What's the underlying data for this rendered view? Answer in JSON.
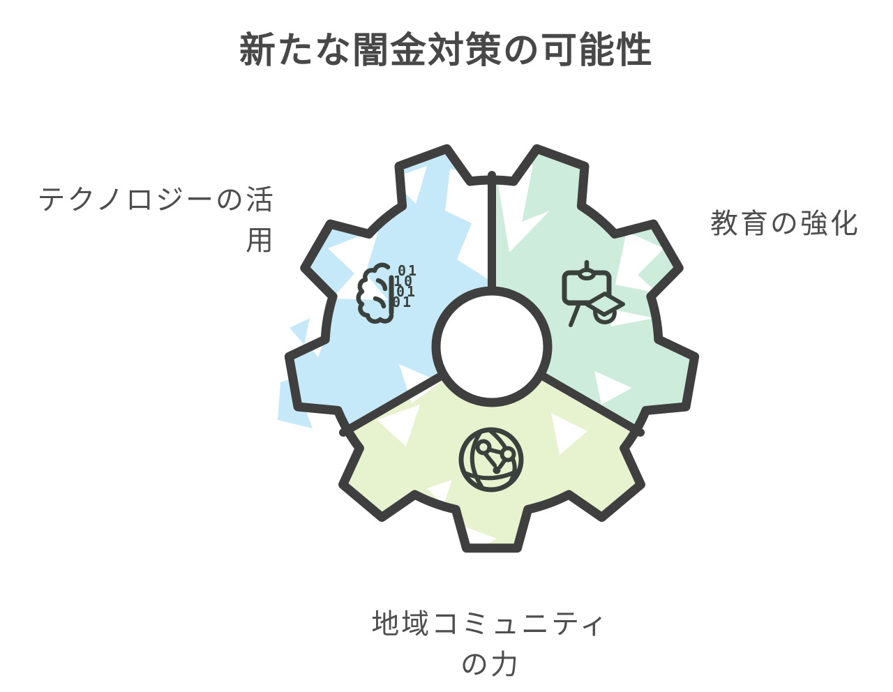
{
  "title": "新たな闇金対策の可能性",
  "gear": {
    "outline_color": "#3f3f3f",
    "icon_color": "#3a403c",
    "hub_fill": "#ffffff",
    "sections": [
      {
        "id": "technology",
        "label": "テクノロジーの活用",
        "color": "#c5e9f8",
        "icon": "brain-binary-icon",
        "binary_rows": [
          "01",
          "10",
          "01",
          "01"
        ]
      },
      {
        "id": "education",
        "label": "教育の強化",
        "color": "#cdecdb",
        "icon": "presentation-easel-graduation-cap-icon"
      },
      {
        "id": "community",
        "label": "地域コミュニティの力",
        "color": "#e7f2cf",
        "icon": "globe-network-icon"
      }
    ]
  },
  "colors": {
    "title": "#484848",
    "labels": "#4e4e4e",
    "background": "#ffffff"
  }
}
